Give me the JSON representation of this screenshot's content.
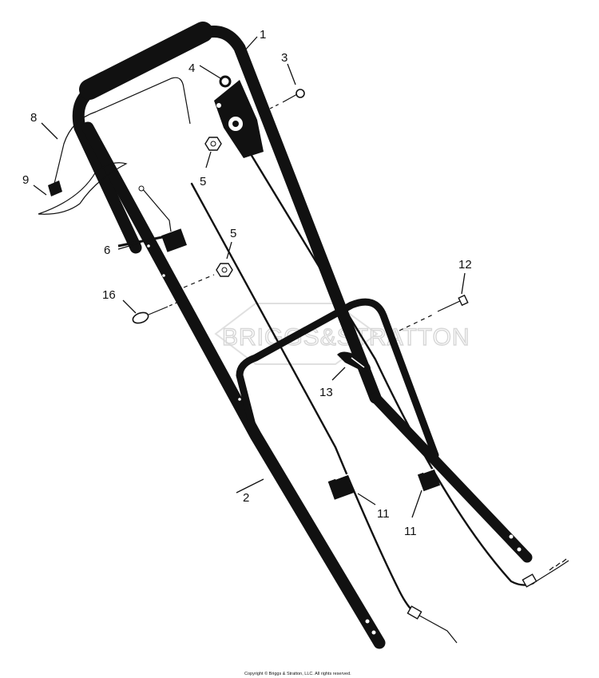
{
  "diagram": {
    "watermark": "BRIGGS&STRATTON",
    "copyright": "Copyright © Briggs & Stratton, LLC. All rights reserved.",
    "callouts": [
      {
        "id": "c1",
        "label": "1"
      },
      {
        "id": "c2",
        "label": "2"
      },
      {
        "id": "c3",
        "label": "3"
      },
      {
        "id": "c4",
        "label": "4"
      },
      {
        "id": "c5a",
        "label": "5"
      },
      {
        "id": "c5b",
        "label": "5"
      },
      {
        "id": "c6",
        "label": "6"
      },
      {
        "id": "c8",
        "label": "8"
      },
      {
        "id": "c9",
        "label": "9"
      },
      {
        "id": "c11a",
        "label": "11"
      },
      {
        "id": "c11b",
        "label": "11"
      },
      {
        "id": "c12",
        "label": "12"
      },
      {
        "id": "c13",
        "label": "13"
      },
      {
        "id": "c16",
        "label": "16"
      }
    ]
  }
}
